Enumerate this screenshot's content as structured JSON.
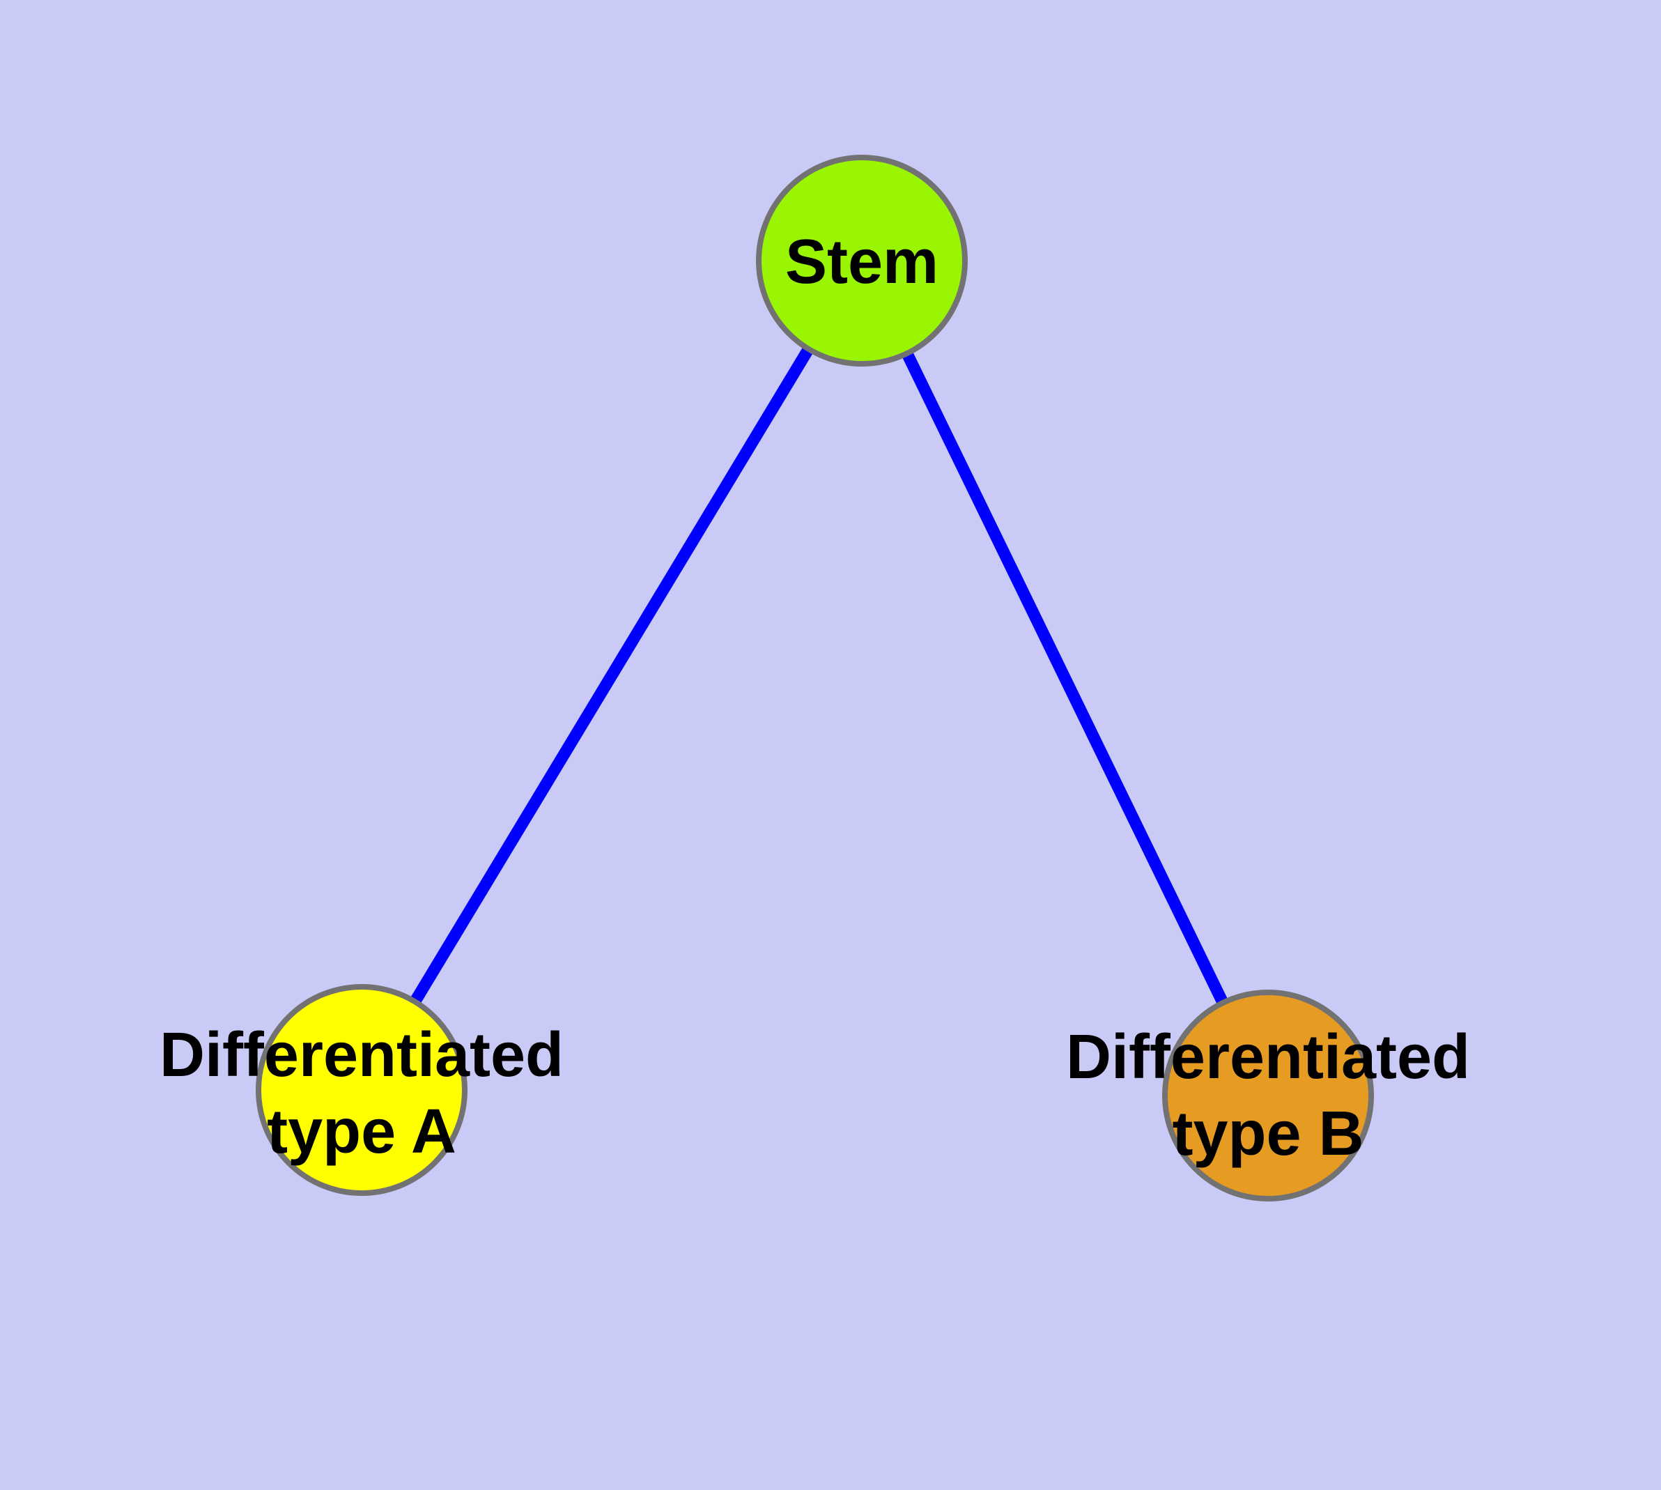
{
  "diagram": {
    "title": "",
    "background_color": "#CACAF7",
    "edge_color": "#0000FF",
    "node_border_color": "#727272",
    "text_color": "#000000",
    "nodes": [
      {
        "id": "stem",
        "label": "Stem",
        "label_lines": [
          "Stem"
        ],
        "color": "#9AF502"
      },
      {
        "id": "differentiated-type-a",
        "label": "Differentiated type A",
        "label_lines": [
          "Differentiated",
          "type A"
        ],
        "color": "#FFFF00"
      },
      {
        "id": "differentiated-type-b",
        "label": "Differentiated type B",
        "label_lines": [
          "Differentiated",
          "type B"
        ],
        "color": "#E69B23"
      }
    ],
    "edges": [
      {
        "from": "stem",
        "to": "differentiated-type-a"
      },
      {
        "from": "stem",
        "to": "differentiated-type-b"
      }
    ]
  }
}
